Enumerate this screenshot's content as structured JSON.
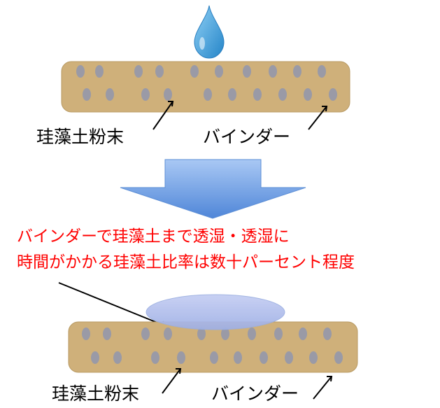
{
  "colors": {
    "board": "#cfb07a",
    "particle": "#9a9aa6",
    "drop": "#3aa0dc",
    "arrow": "#6a9ee0",
    "pool": "#a9b8ea",
    "note_text": "#ff0000"
  },
  "top_panel": {
    "powder_label": "珪藻土粉末",
    "binder_label": "バインダー"
  },
  "bottom_panel": {
    "powder_label": "珪藻土粉末",
    "binder_label": "バインダー"
  },
  "note": {
    "line1": "バインダーで珪藻土まで透湿・透湿に",
    "line2": "時間がかかる珪藻土比率は数十パーセント程度"
  },
  "icons": {
    "drop": "water-drop-icon",
    "flow_arrow": "down-arrow-icon"
  }
}
